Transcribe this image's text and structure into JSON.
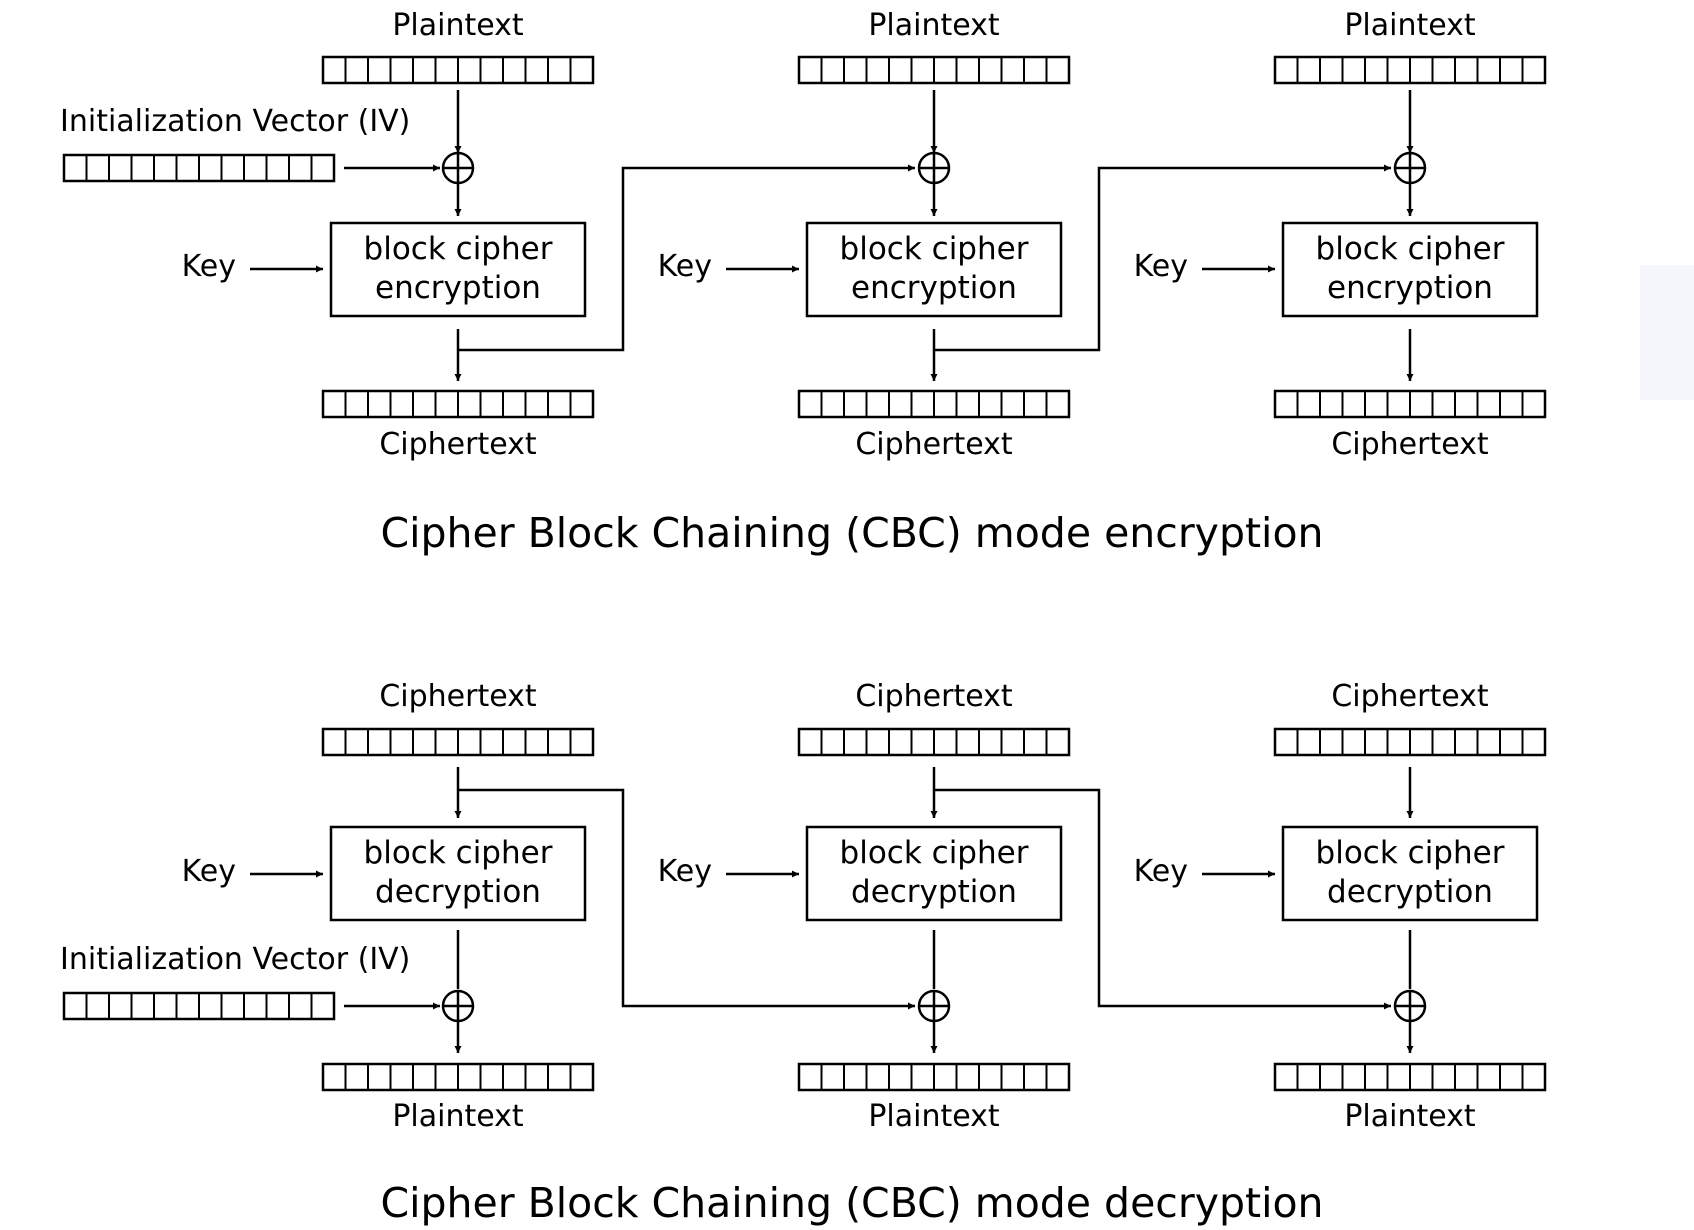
{
  "encryption": {
    "caption": "Cipher Block Chaining (CBC) mode encryption",
    "iv_label": "Initialization Vector (IV)",
    "stages": [
      {
        "input_label": "Plaintext",
        "key_label": "Key",
        "box_line1": "block cipher",
        "box_line2": "encryption",
        "output_label": "Ciphertext"
      },
      {
        "input_label": "Plaintext",
        "key_label": "Key",
        "box_line1": "block cipher",
        "box_line2": "encryption",
        "output_label": "Ciphertext"
      },
      {
        "input_label": "Plaintext",
        "key_label": "Key",
        "box_line1": "block cipher",
        "box_line2": "encryption",
        "output_label": "Ciphertext"
      }
    ]
  },
  "decryption": {
    "caption": "Cipher Block Chaining (CBC) mode decryption",
    "iv_label": "Initialization Vector (IV)",
    "stages": [
      {
        "input_label": "Ciphertext",
        "key_label": "Key",
        "box_line1": "block cipher",
        "box_line2": "decryption",
        "output_label": "Plaintext"
      },
      {
        "input_label": "Ciphertext",
        "key_label": "Key",
        "box_line1": "block cipher",
        "box_line2": "decryption",
        "output_label": "Plaintext"
      },
      {
        "input_label": "Ciphertext",
        "key_label": "Key",
        "box_line1": "block cipher",
        "box_line2": "decryption",
        "output_label": "Plaintext"
      }
    ]
  }
}
